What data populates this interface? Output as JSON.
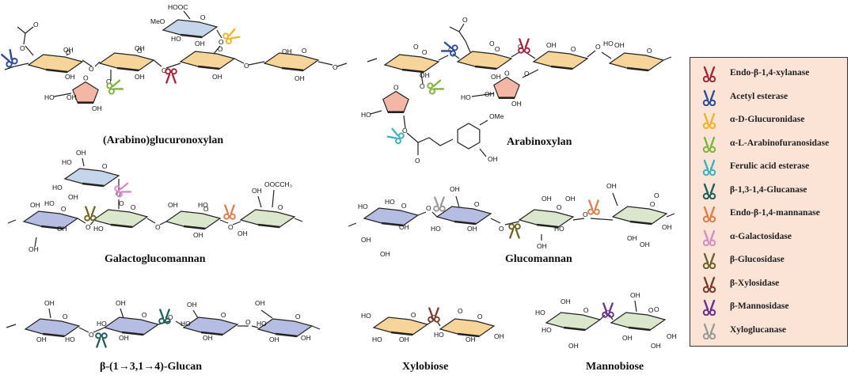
{
  "structures": [
    {
      "id": "arabino-glucuronoxylan",
      "title": "(Arabino)glucuronoxylan"
    },
    {
      "id": "arabinoxylan",
      "title": "Arabinoxylan"
    },
    {
      "id": "galactoglucomannan",
      "title": "Galactoglucomannan"
    },
    {
      "id": "glucomannan",
      "title": "Glucomannan"
    },
    {
      "id": "beta-glucan",
      "title": "β-(1→3,1→4)-Glucan"
    },
    {
      "id": "xylobiose",
      "title": "Xylobiose"
    },
    {
      "id": "mannobiose",
      "title": "Mannobiose"
    }
  ],
  "atom_labels": {
    "oh": "OH",
    "ho": "HO",
    "o": "O",
    "hooc": "HOOC",
    "meo": "MeO",
    "ome": "OMe",
    "ooccH3": "OOCCH₃"
  },
  "legend": [
    {
      "label": "Endo-β-1,4-xylanase",
      "color": "#a3243b"
    },
    {
      "label": "Acetyl esterase",
      "color": "#2e4a9e"
    },
    {
      "label": "α-D-Glucuronidase",
      "color": "#f0b323"
    },
    {
      "label": "α-L-Arabinofuranosidase",
      "color": "#7db33a"
    },
    {
      "label": "Ferulic acid esterase",
      "color": "#3bb0c2"
    },
    {
      "label": "β-1,3-1,4-Glucanase",
      "color": "#1f5e5a"
    },
    {
      "label": "Endo-β-1,4-mannanase",
      "color": "#e07b4a"
    },
    {
      "label": "α-Galactosidase",
      "color": "#d48bc8"
    },
    {
      "label": "β-Glucosidase",
      "color": "#6e6326"
    },
    {
      "label": "β-Xylosidase",
      "color": "#7a3b2a"
    },
    {
      "label": "β-Mannosidase",
      "color": "#6a2f8f"
    },
    {
      "label": "Xyloglucanase",
      "color": "#9a9a9a"
    }
  ],
  "colors": {
    "xylose": "#f7d49a",
    "arabinose": "#f4b7a5",
    "glucuronic": "#c5d6ea",
    "mannose": "#dbe7cc",
    "glucose": "#b5bde3"
  }
}
